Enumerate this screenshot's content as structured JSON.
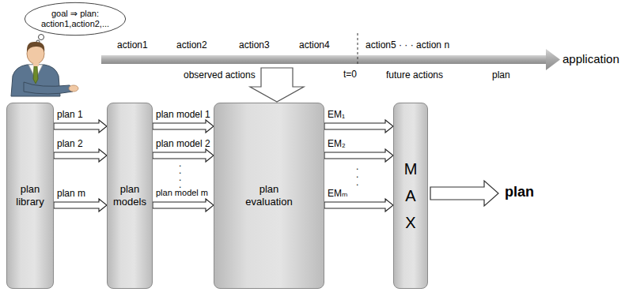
{
  "diagram": {
    "nodes": [
      {
        "text": [
          "goal ⇒ plan:",
          "action1,action2,..."
        ]
      },
      {
        "text": [
          "plan library"
        ]
      },
      {
        "text": [
          "plan models"
        ]
      },
      {
        "text": [
          "plan evaluation"
        ]
      },
      {
        "text": [
          "MAX"
        ]
      }
    ],
    "edges": [
      {
        "from": 1,
        "to": 2,
        "arrow": "to",
        "label": "plan 1"
      },
      {
        "from": 1,
        "to": 2,
        "arrow": "to",
        "label": "plan 2"
      },
      {
        "from": 1,
        "to": 2,
        "arrow": "to",
        "label": "plan m"
      },
      {
        "from": 2,
        "to": 3,
        "arrow": "to",
        "label": "plan model 1"
      },
      {
        "from": 2,
        "to": 3,
        "arrow": "to",
        "label": "plan model 2"
      },
      {
        "from": 2,
        "to": 3,
        "arrow": "to",
        "label": "plan model m"
      },
      {
        "from": 3,
        "to": 4,
        "arrow": "to",
        "label": "EM₁"
      },
      {
        "from": 3,
        "to": 4,
        "arrow": "to",
        "label": "EM₂"
      },
      {
        "from": 3,
        "to": 4,
        "arrow": "to",
        "label": "EMₘ"
      }
    ],
    "labels": [
      "action1",
      "action2",
      "action3",
      "action4",
      "action5 · · · action n",
      "observed actions",
      "t=0",
      "future actions",
      "plan",
      "application",
      ".",
      ".",
      ".",
      ".",
      ".",
      ".",
      ".",
      "plan"
    ]
  }
}
